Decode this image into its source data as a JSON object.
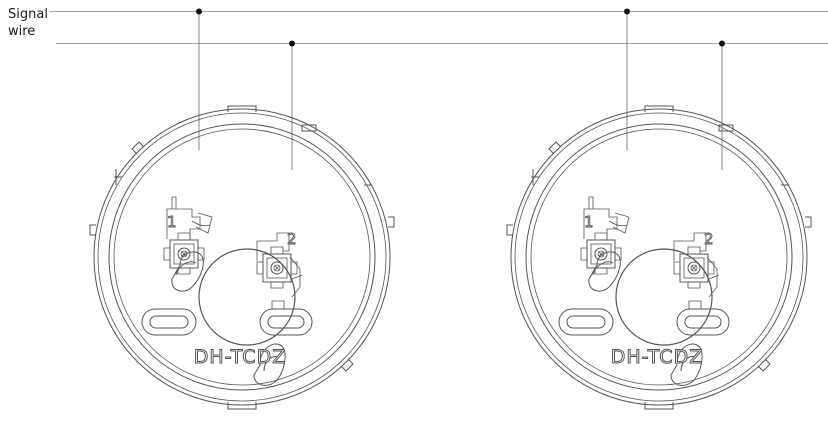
{
  "signal_wire_label": {
    "line1": "Signal",
    "line2": "wire"
  },
  "bases": [
    {
      "model": "DH-TCDZ",
      "terminal_1": "1",
      "terminal_2": "2"
    },
    {
      "model": "DH-TCDZ",
      "terminal_1": "1",
      "terminal_2": "2"
    }
  ],
  "colors": {
    "line": "#555555",
    "wire": "#888888",
    "junction_dot": "#111111"
  }
}
